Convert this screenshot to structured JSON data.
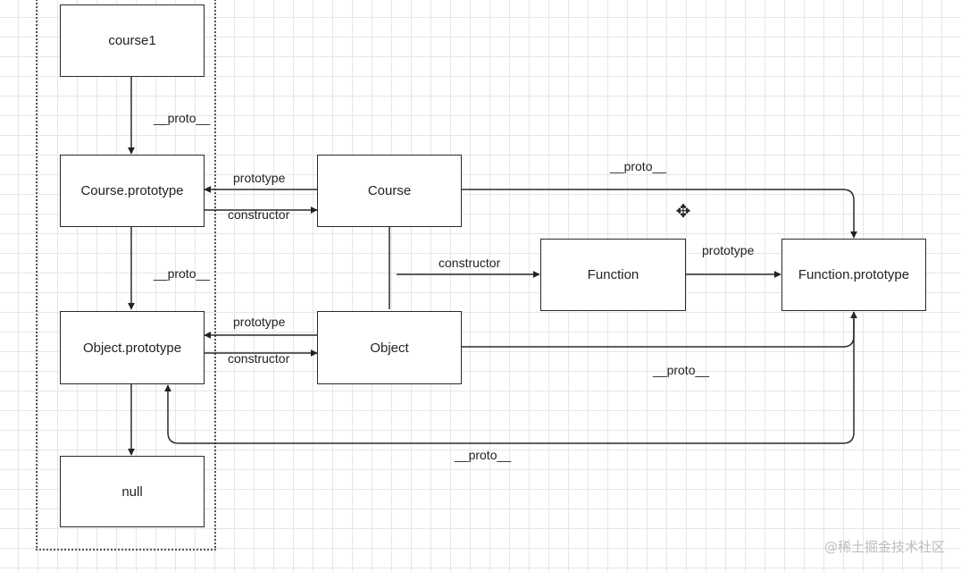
{
  "diagram": {
    "nodes": {
      "course1": "course1",
      "course_prototype": "Course.prototype",
      "object_prototype": "Object.prototype",
      "null_node": "null",
      "course": "Course",
      "object": "Object",
      "function": "Function",
      "function_prototype": "Function.prototype"
    },
    "edge_labels": {
      "course1_proto": "__proto__",
      "course_prototype_proto": "__proto__",
      "course_prototype_link": "prototype",
      "course_constructor_link": "constructor",
      "object_prototype_link": "prototype",
      "object_constructor_link": "constructor",
      "course_to_function_proto": "__proto__",
      "constructor_to_function": "constructor",
      "function_prototype_link": "prototype",
      "object_to_function_proto": "__proto__",
      "function_prototype_to_object_prototype": "__proto__"
    }
  },
  "watermark": "@稀土掘金技术社区"
}
